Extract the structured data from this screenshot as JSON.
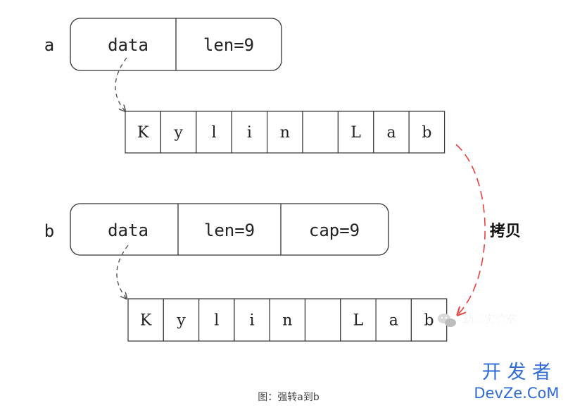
{
  "header_a": {
    "var_name": "a",
    "fields": [
      "data",
      "len=9"
    ]
  },
  "array_a": {
    "cells": [
      "K",
      "y",
      "l",
      "i",
      "n",
      "",
      "L",
      "a",
      "b"
    ]
  },
  "header_b": {
    "var_name": "b",
    "fields": [
      "data",
      "len=9",
      "cap=9"
    ]
  },
  "array_b": {
    "cells": [
      "K",
      "y",
      "l",
      "i",
      "n",
      "",
      "L",
      "a",
      "b"
    ]
  },
  "copy_label": "拷贝",
  "watermark": "幼麟实验室",
  "logo": {
    "top": "开 发 者",
    "bottom": "DevZe.CoM"
  },
  "caption": "图：强转a到b",
  "colors": {
    "copy_arrow": "#e8413c",
    "pointer_arrow": "#555555",
    "logo_blue": "#2f6bd3"
  },
  "icons": [
    "wechat-icon"
  ]
}
